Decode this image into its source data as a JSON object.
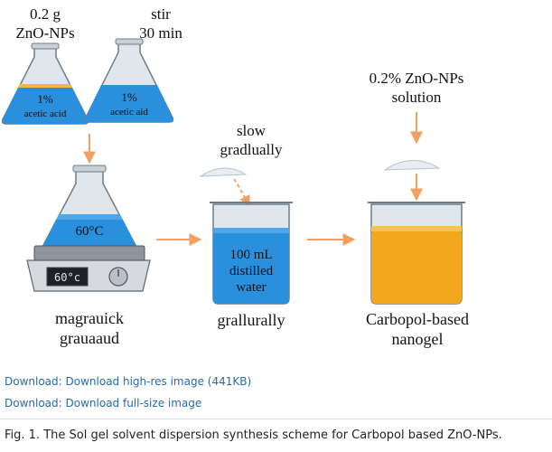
{
  "diagram": {
    "flask1": {
      "top_label_1": "0.2 g",
      "top_label_2": "ZnO-NPs",
      "liquid_label_1": "1%",
      "liquid_label_2": "acetic acid"
    },
    "flask2": {
      "top_label_1": "stir",
      "top_label_2": "30 min",
      "liquid_label_1": "1%",
      "liquid_label_2": "acetic aid"
    },
    "heater": {
      "flask_temp": "60°C",
      "display": "60°c",
      "label_1": "magrauick",
      "label_2": "grauaaud"
    },
    "beaker1": {
      "top_label_1": "slow",
      "top_label_2": "gradlually",
      "liquid_label_1": "100 mL",
      "liquid_label_2": "distilled",
      "liquid_label_3": "water",
      "bottom_label": "grallurally"
    },
    "beaker2": {
      "top_label_1": "0.2% ZnO-NPs",
      "top_label_2": "solution",
      "bottom_label_1": "Carbopol-based",
      "bottom_label_2": "nanogel"
    },
    "colors": {
      "arrow": "#f0a060",
      "blue_liquid": "#2a8fdc",
      "orange_liquid": "#f2a81a",
      "glass": "#dfe6ec"
    }
  },
  "links": [
    {
      "prefix": "Download: ",
      "text": "Download high-res image (441KB)"
    },
    {
      "prefix": "Download: ",
      "text": "Download full-size image"
    }
  ],
  "caption": "Fig. 1. The Sol gel solvent dispersion synthesis scheme for Carbopol based ZnO-NPs."
}
